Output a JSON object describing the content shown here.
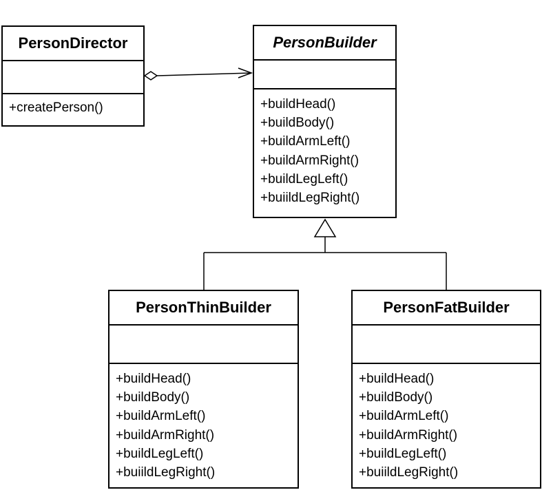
{
  "diagram": {
    "type": "uml-class-diagram",
    "classes": {
      "director": {
        "name": "PersonDirector",
        "attributes": [],
        "operations": [
          "+createPerson()"
        ]
      },
      "builder": {
        "name": "PersonBuilder",
        "abstract": true,
        "attributes": [],
        "operations": [
          "+buildHead()",
          "+buildBody()",
          "+buildArmLeft()",
          "+buildArmRight()",
          "+buildLegLeft()",
          "+buiildLegRight()"
        ]
      },
      "thin": {
        "name": "PersonThinBuilder",
        "attributes": [],
        "operations": [
          "+buildHead()",
          "+buildBody()",
          "+buildArmLeft()",
          "+buildArmRight()",
          "+buildLegLeft()",
          "+buiildLegRight()"
        ]
      },
      "fat": {
        "name": "PersonFatBuilder",
        "attributes": [],
        "operations": [
          "+buildHead()",
          "+buildBody()",
          "+buildArmLeft()",
          "+buildArmRight()",
          "+buildLegLeft()",
          "+buiildLegRight()"
        ]
      }
    },
    "relationships": [
      {
        "type": "aggregation",
        "from": "PersonDirector",
        "to": "PersonBuilder"
      },
      {
        "type": "generalization",
        "from": "PersonThinBuilder",
        "to": "PersonBuilder"
      },
      {
        "type": "generalization",
        "from": "PersonFatBuilder",
        "to": "PersonBuilder"
      }
    ],
    "colors": {
      "line": "#000000",
      "background": "#ffffff"
    }
  }
}
